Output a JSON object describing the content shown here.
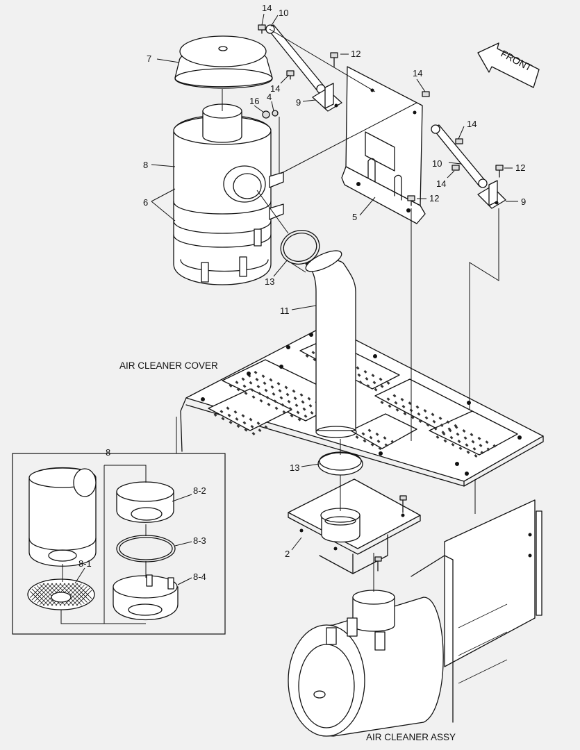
{
  "captions": {
    "air_cleaner_cover": "AIR CLEANER COVER",
    "air_cleaner_assy": "AIR CLEANER ASSY",
    "front": "FRONT"
  },
  "callouts": {
    "c14a": "14",
    "c10a": "10",
    "c12a": "12",
    "c7": "7",
    "c14b": "14",
    "c9a": "9",
    "c16": "16",
    "c4": "4",
    "c14c": "14",
    "c8": "8",
    "c6": "6",
    "c14d": "14",
    "c10b": "10",
    "c12b": "12",
    "c14e": "14",
    "c12c": "12",
    "c9b": "9",
    "c5": "5",
    "c13a": "13",
    "c11": "11",
    "c13b": "13",
    "c2": "2"
  },
  "inset": {
    "title": "8",
    "labels": {
      "c8_1": "8-1",
      "c8_2": "8-2",
      "c8_3": "8-3",
      "c8_4": "8-4"
    }
  }
}
